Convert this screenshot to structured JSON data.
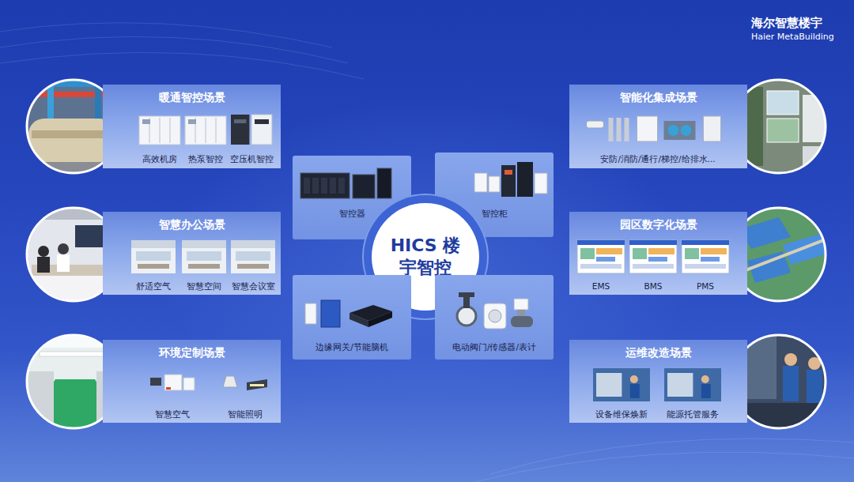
{
  "diagram": {
    "nodes": [
      {
        "text": [
          "暖通智控场景",
          "高效机房",
          "热泵智控",
          "空压机智控"
        ]
      },
      {
        "text": [
          "智控器"
        ]
      },
      {
        "text": [
          "智控柜"
        ]
      },
      {
        "text": [
          "智能化集成场景",
          "安防/消防/通行/梯控/给排水..."
        ]
      },
      {
        "text": [
          "智慧办公场景",
          "舒适空气",
          "智慧空间",
          "智慧会议室"
        ]
      },
      {
        "text": [
          "HICS 楼宇智控"
        ]
      },
      {
        "text": [
          "园区数字化场景",
          "EMS",
          "BMS",
          "PMS"
        ]
      },
      {
        "text": [
          "边缘网关/节能脑机"
        ]
      },
      {
        "text": [
          "电动阀门/传感器/表计"
        ]
      },
      {
        "text": [
          "环境定制场景",
          "智慧空气",
          "智能照明"
        ]
      },
      {
        "text": [
          "运维改造场景",
          "设备维保焕新",
          "能源托管服务"
        ]
      }
    ],
    "labels": [
      "海尔智慧楼宇",
      "Haier MetaBuilding"
    ]
  }
}
